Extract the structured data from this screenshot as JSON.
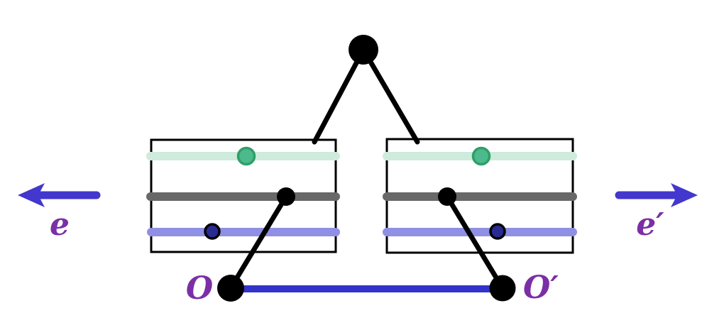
{
  "figure": {
    "labels": {
      "e": "e",
      "e_prime": "e′",
      "o": "O",
      "o_prime": "O′"
    },
    "colors": {
      "black": "#000000",
      "mint_bar": "#ceebdc",
      "gray_bar": "#686868",
      "periwinkle_bar": "#8f8fe4",
      "green_dot_fill": "#4cba8c",
      "green_dot_stroke": "#2f9f68",
      "navy_dot_fill": "#2a2a93",
      "segment_blue": "#3333cc",
      "arrow_blue": "#4337cd",
      "label_purple": "#7b2fa6"
    }
  }
}
